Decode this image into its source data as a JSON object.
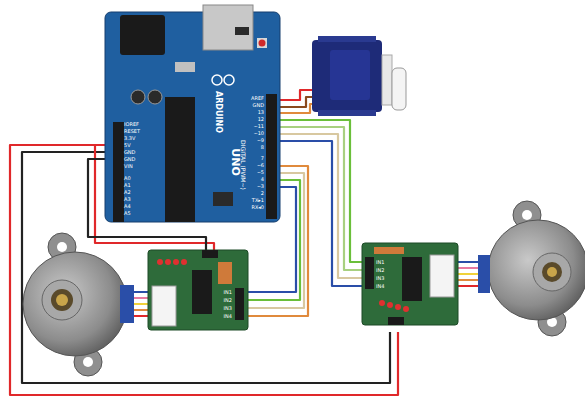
{
  "diagram": {
    "nodes": [
      {
        "text": [
          "ARDUINO",
          "UNO"
        ]
      },
      {
        "text": [
          "IN1",
          "IN2",
          "IN3",
          "IN4"
        ]
      },
      {
        "text": [
          "IN1",
          "IN2",
          "IN3",
          "IN4"
        ]
      }
    ],
    "edges": [
      {
        "from": 0,
        "to": 1,
        "arrow": "none"
      },
      {
        "from": 0,
        "to": 2,
        "arrow": "none"
      }
    ],
    "labels": [
      "DIGITAL (PWM~)",
      "AREF",
      "GND",
      "13",
      "12",
      "~11",
      "~10",
      "~9",
      "8",
      "7",
      "~6",
      "~5",
      "4",
      "~3",
      "2",
      "TX▸1",
      "RX◂0",
      "IOREF",
      "RESET",
      "3.3V",
      "5V",
      "GND",
      "GND",
      "VIN",
      "A0",
      "A1",
      "A2",
      "A3",
      "A4",
      "A5"
    ]
  }
}
